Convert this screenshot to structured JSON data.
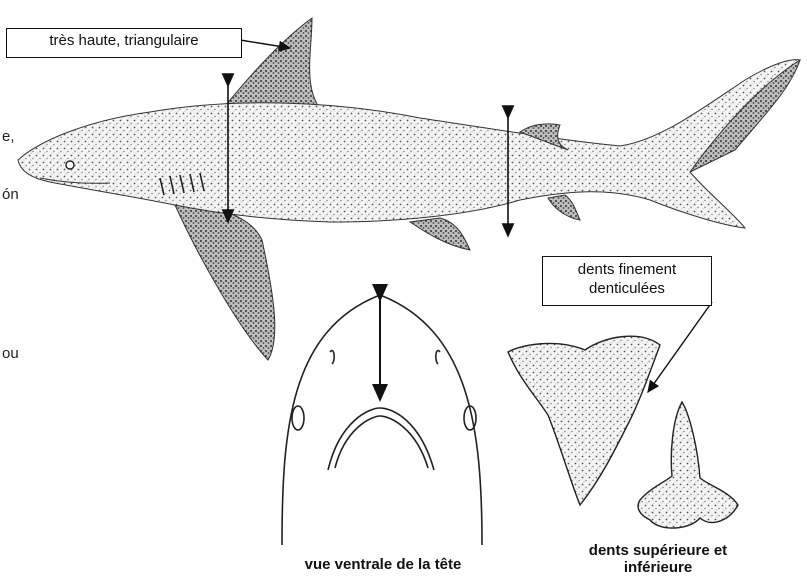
{
  "margin_fragments": [
    "e,",
    "ón",
    "ou"
  ],
  "labels": {
    "dorsal_fin": "très haute, triangulaire",
    "teeth_detail": [
      "dents finement",
      "denticulées"
    ]
  },
  "captions": {
    "head_view": "vue ventrale de la tête",
    "teeth": [
      "dents supérieure et",
      "inférieure"
    ]
  }
}
